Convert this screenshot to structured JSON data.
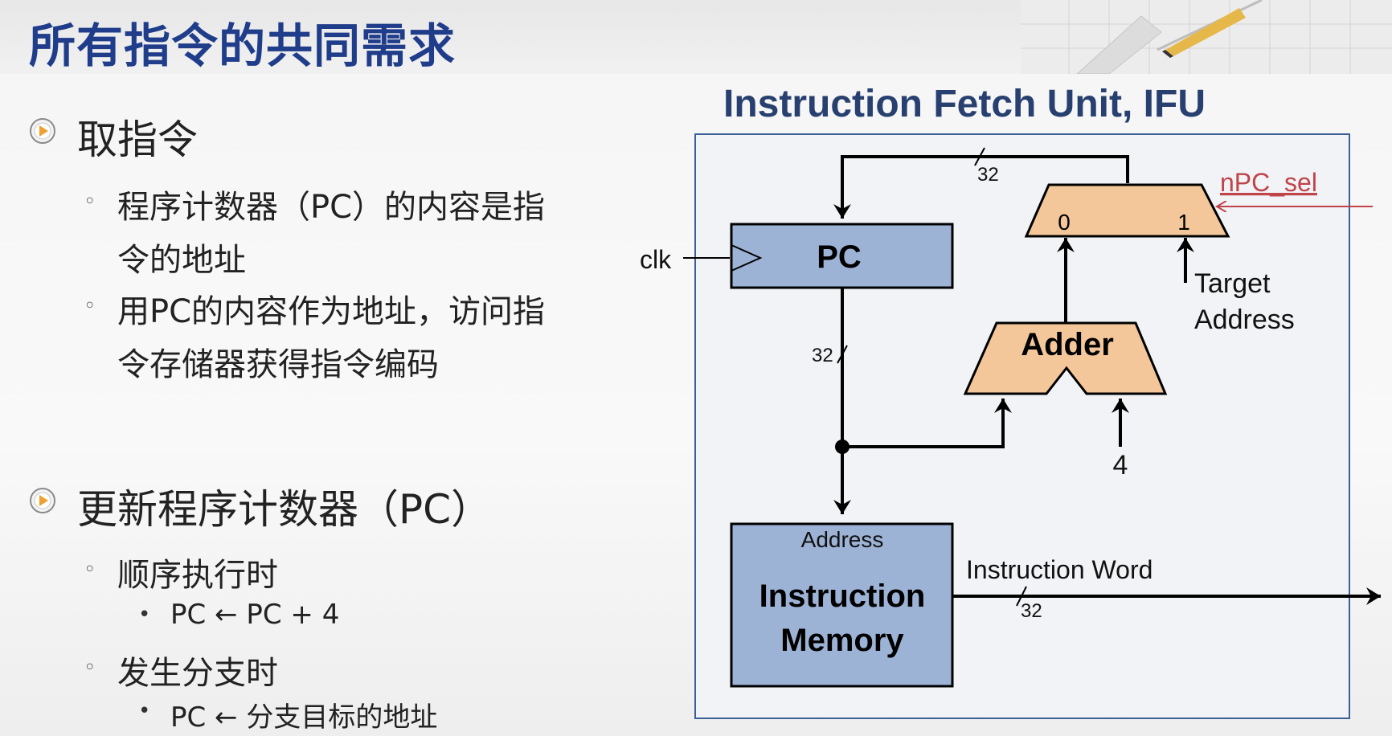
{
  "title": "所有指令的共同需求",
  "content": {
    "section1": {
      "heading": "取指令",
      "items": [
        "程序计数器（PC）的内容是指",
        "令的地址",
        "用PC的内容作为地址，访问指",
        "令存储器获得指令编码"
      ]
    },
    "section2": {
      "heading": "更新程序计数器（PC）",
      "sub1": "顺序执行时",
      "sub1_detail": "PC ← PC + 4",
      "sub2": "发生分支时",
      "sub2_detail": "PC ← 分支目标的地址"
    }
  },
  "diagram": {
    "title": "Instruction Fetch Unit, IFU",
    "pc_label": "PC",
    "clk_label": "clk",
    "adder_label": "Adder",
    "mux_in0": "0",
    "mux_in1": "1",
    "mux_select": "nPC_sel",
    "target_line1": "Target",
    "target_line2": "Address",
    "const_four": "4",
    "bus_width": "32",
    "mem_address": "Address",
    "mem_line1": "Instruction",
    "mem_line2": "Memory",
    "instr_word": "Instruction Word"
  },
  "colors": {
    "title": "#1f3d8a",
    "block_fill": "#9db3d6",
    "alu_fill": "#f4c79a",
    "select_red": "#c0444a",
    "frame": "#3d5f95"
  }
}
